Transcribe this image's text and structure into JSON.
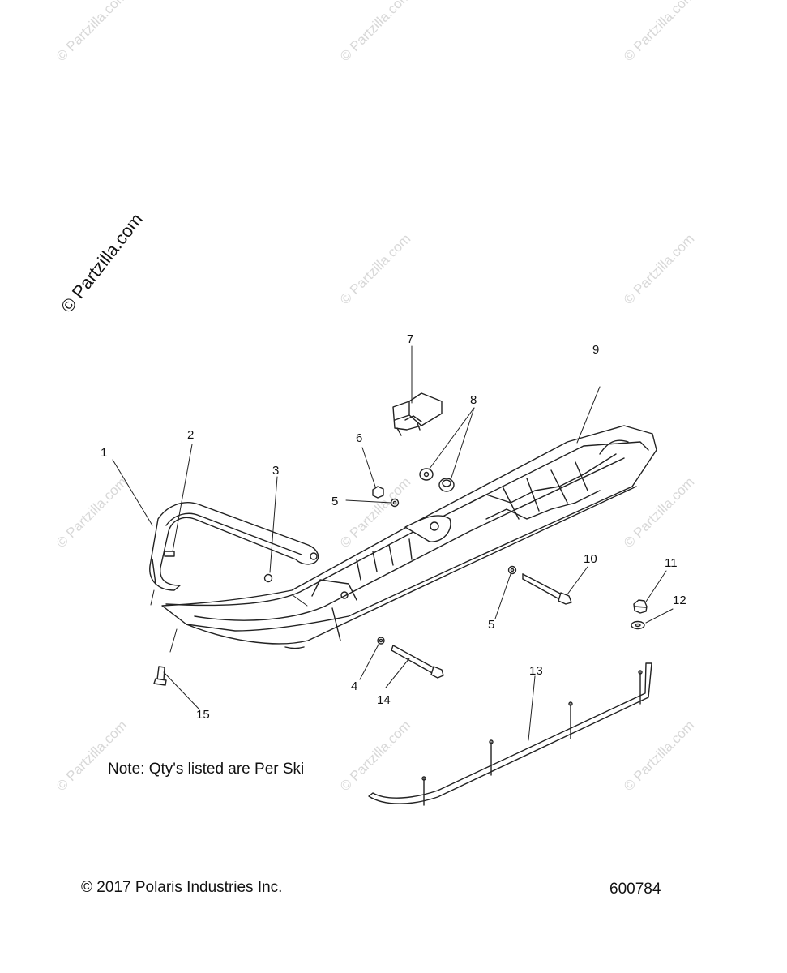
{
  "watermark": {
    "text": "© Partzilla.com"
  },
  "callouts": [
    "1",
    "2",
    "3",
    "4",
    "5",
    "5",
    "6",
    "7",
    "8",
    "9",
    "10",
    "11",
    "12",
    "13",
    "14",
    "15"
  ],
  "note": "Note: Qty's listed are Per Ski",
  "footer": {
    "copyright": "© 2017 Polaris Industries Inc.",
    "diagram_id": "600784"
  }
}
